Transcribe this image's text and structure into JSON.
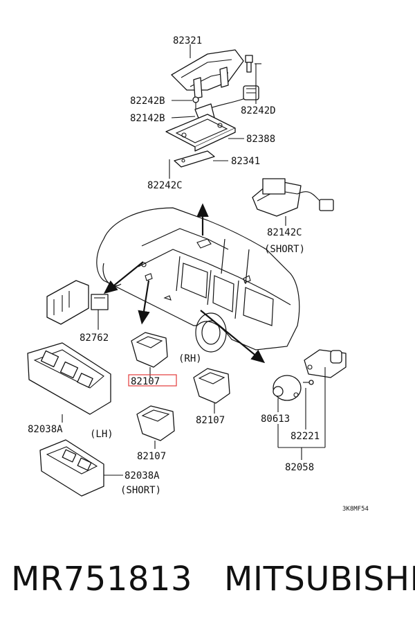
{
  "labels": {
    "p82321": "82321",
    "p82242B": "82242B",
    "p82242D": "82242D",
    "p82142B": "82142B",
    "p82388": "82388",
    "p82341": "82341",
    "p82242C": "82242C",
    "p82142C": "82142C",
    "short1": "(SHORT)",
    "p82762": "82762",
    "p82107_hl": "82107",
    "rh": "(RH)",
    "p82107_a": "82107",
    "p82107_b": "82107",
    "p82038A": "82038A",
    "lh": "(LH)",
    "p82038A_b": "82038A",
    "short2": "(SHORT)",
    "p80613": "80613",
    "p82221": "82221",
    "p82058": "82058",
    "code": "3K8MF54"
  },
  "footer": {
    "part_number": "MR751813",
    "brand": "MITSUBISHI"
  },
  "colors": {
    "highlight": "#e23a3a",
    "ink": "#111111"
  }
}
